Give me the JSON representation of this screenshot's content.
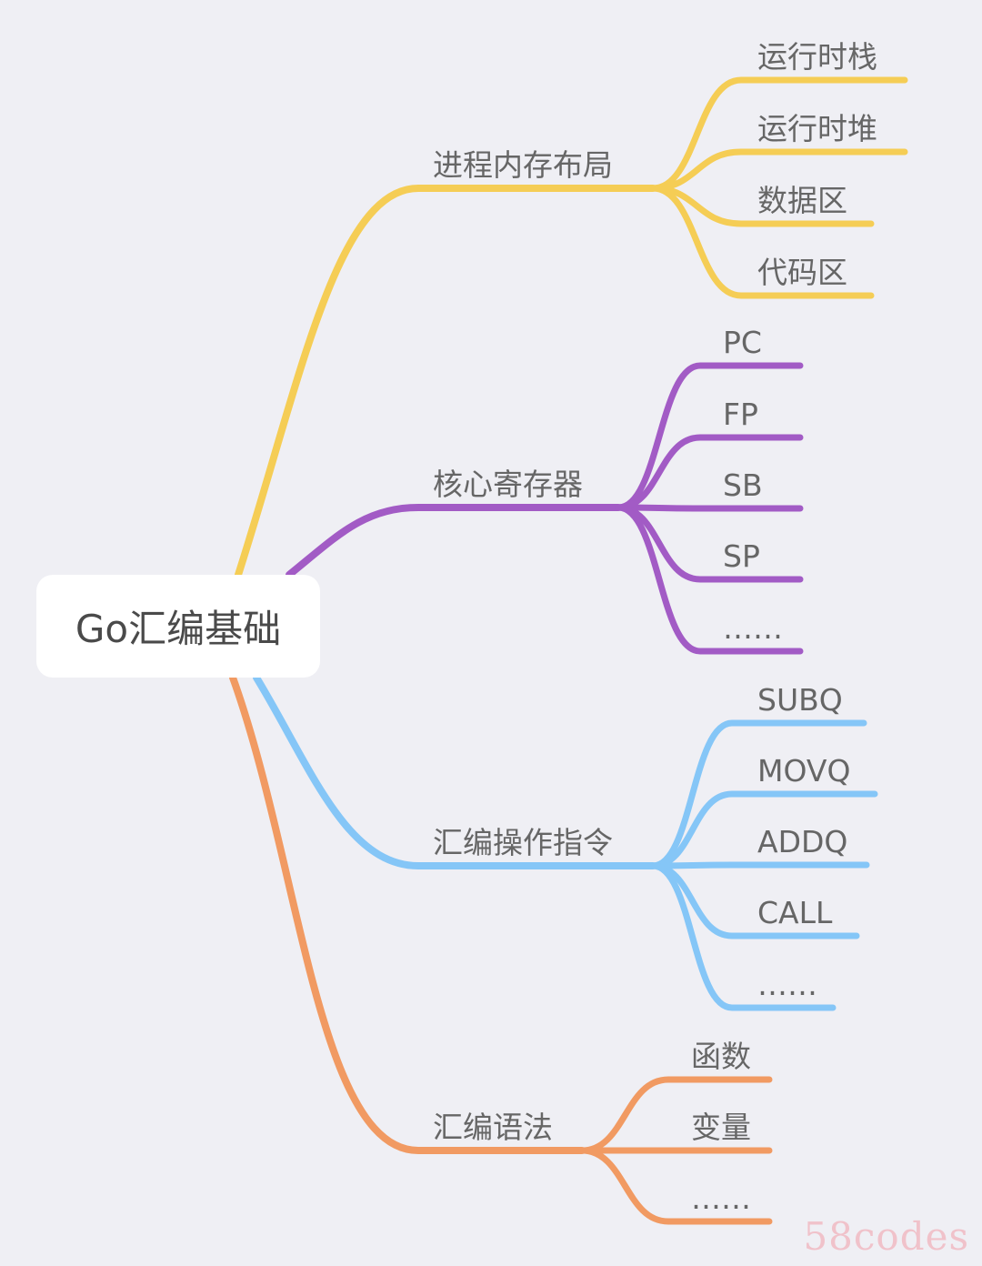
{
  "root": {
    "label": "Go汇编基础"
  },
  "branches": [
    {
      "label": "进程内存布局",
      "color": "#f5cd55",
      "children": [
        "运行时栈",
        "运行时堆",
        "数据区",
        "代码区"
      ]
    },
    {
      "label": "核心寄存器",
      "color": "#a25bc5",
      "children": [
        "PC",
        "FP",
        "SB",
        "SP",
        "……"
      ]
    },
    {
      "label": "汇编操作指令",
      "color": "#85c6f7",
      "children": [
        "SUBQ",
        "MOVQ",
        "ADDQ",
        "CALL",
        "……"
      ]
    },
    {
      "label": "汇编语法",
      "color": "#f19a62",
      "children": [
        "函数",
        "变量",
        "……"
      ]
    }
  ],
  "watermark": "58codes"
}
